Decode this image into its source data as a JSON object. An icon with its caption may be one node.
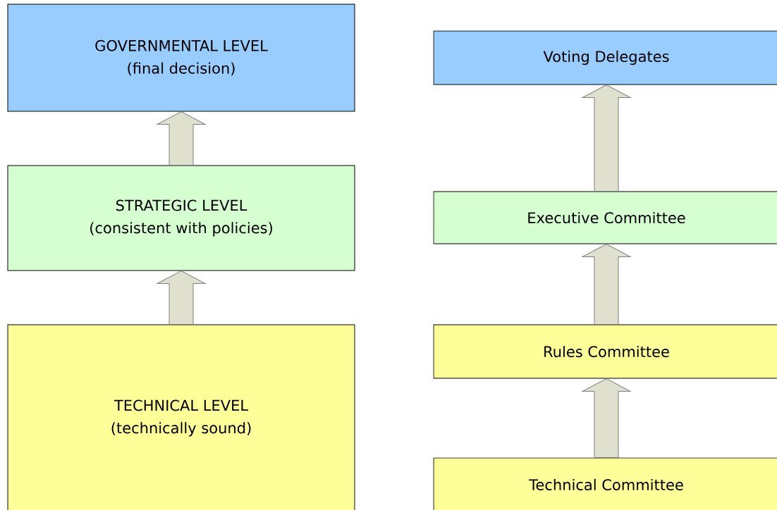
{
  "diagram": {
    "nodes": [
      {
        "text": [
          "GOVERNMENTAL LEVEL",
          "(final decision)"
        ]
      },
      {
        "text": [
          "STRATEGIC LEVEL",
          "(consistent with policies)"
        ]
      },
      {
        "text": [
          "TECHNICAL LEVEL",
          "(technically sound)"
        ]
      },
      {
        "text": [
          "Voting Delegates"
        ]
      },
      {
        "text": [
          "Executive Committee"
        ]
      },
      {
        "text": [
          "Rules Committee"
        ]
      },
      {
        "text": [
          "Technical Committee"
        ]
      }
    ],
    "edges": [
      {
        "from": 1,
        "to": 0,
        "arrow": "to"
      },
      {
        "from": 2,
        "to": 1,
        "arrow": "to"
      },
      {
        "from": 4,
        "to": 3,
        "arrow": "to"
      },
      {
        "from": 5,
        "to": 4,
        "arrow": "to"
      },
      {
        "from": 6,
        "to": 5,
        "arrow": "to"
      }
    ]
  }
}
